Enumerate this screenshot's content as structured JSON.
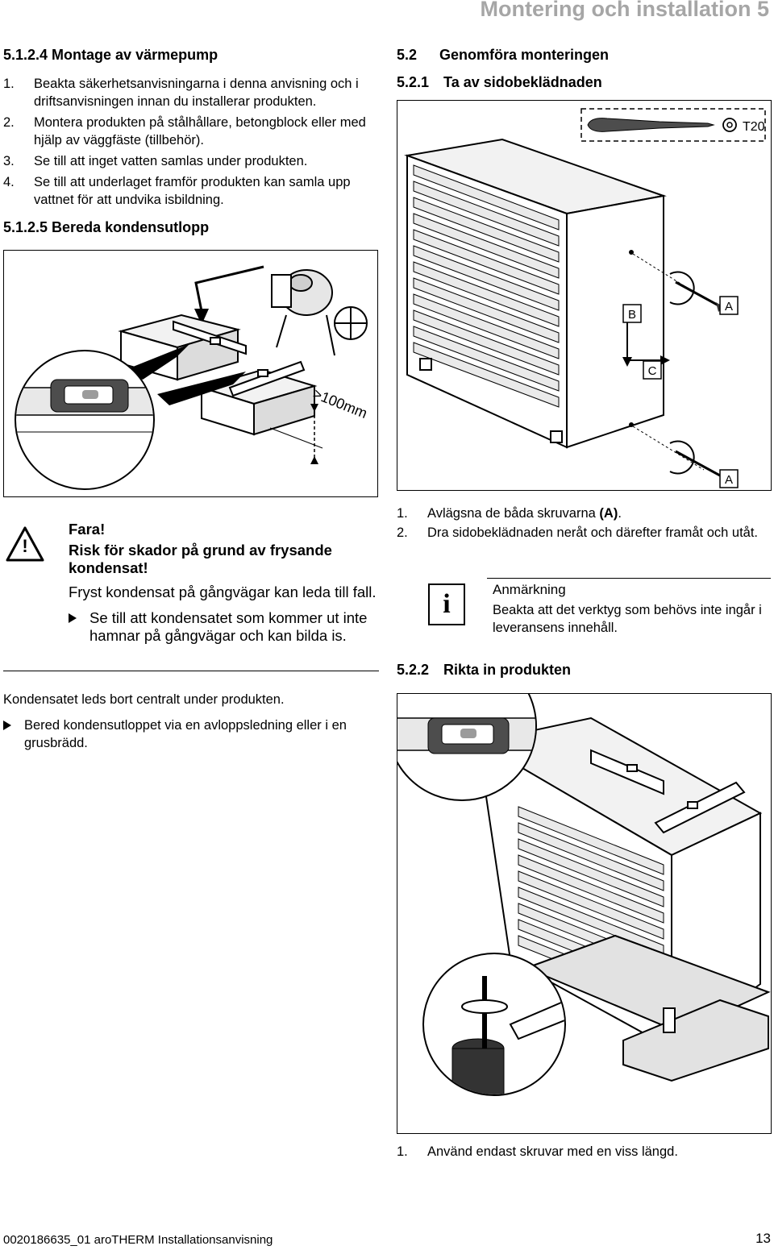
{
  "running_head": "Montering och installation 5",
  "left": {
    "s5124": {
      "title": "5.1.2.4 Montage av värmepump",
      "items": [
        {
          "n": "1.",
          "text": "Beakta säkerhetsanvisningarna i denna anvisning och i driftsanvisningen innan du installerar produkten."
        },
        {
          "n": "2.",
          "text": "Montera produkten på stålhållare, betongblock eller med hjälp av väggfäste (tillbehör)."
        },
        {
          "n": "3.",
          "text": "Se till att inget vatten samlas under produkten."
        },
        {
          "n": "4.",
          "text": "Se till att underlaget framför produkten kan samla upp vattnet för att undvika isbildning."
        }
      ]
    },
    "s5125": {
      "title": "5.1.2.5 Bereda kondensutlopp",
      "figure_label": ">100mm"
    },
    "warning": {
      "icon_symbol": "!",
      "title": "Fara!",
      "subtitle": "Risk för skador på grund av frysande kondensat!",
      "text": "Fryst kondensat på gångvägar kan leda till fall.",
      "action": "Se till att kondensatet som kommer ut inte hamnar på gångvägar och kan bilda is."
    },
    "para": "Kondensatet leds bort centralt under produkten.",
    "action": "Bered kondensutloppet via en avloppsledning eller i en grusbrädd."
  },
  "right": {
    "s52": {
      "num": "5.2",
      "title": "Genomföra monteringen"
    },
    "s521": {
      "num": "5.2.1",
      "title": "Ta av sidobeklädnaden",
      "tool_label": "T20",
      "labels": {
        "A1": "A",
        "B": "B",
        "C": "C",
        "A2": "A"
      },
      "steps": [
        {
          "n": "1.",
          "text": "Avlägsna de båda skruvarna ",
          "bold": "(A)",
          "after": "."
        },
        {
          "n": "2.",
          "text": "Dra sidobeklädnaden neråt och därefter framåt och utåt."
        }
      ]
    },
    "note": {
      "icon_symbol": "i",
      "title": "Anmärkning",
      "text": "Beakta att det verktyg som behövs inte ingår i leveransens innehåll."
    },
    "s522": {
      "num": "5.2.2",
      "title": "Rikta in produkten",
      "steps": [
        {
          "n": "1.",
          "text": "Använd endast skruvar med en viss längd."
        }
      ]
    }
  },
  "footer": {
    "doc": "0020186635_01 aroTHERM Installationsanvisning",
    "page": "13"
  }
}
